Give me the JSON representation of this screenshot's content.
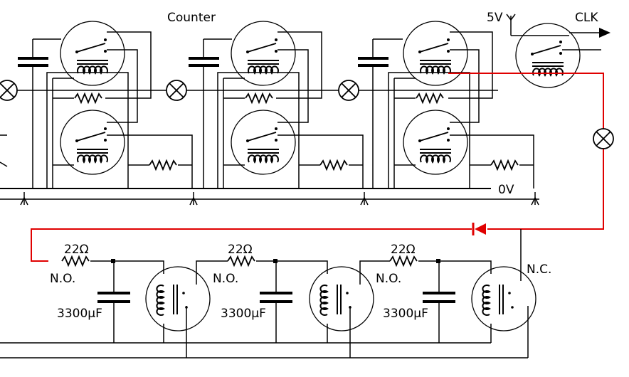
{
  "labels": {
    "title": "Counter",
    "supply": "5V",
    "clock": "CLK",
    "ground": "0V",
    "no_contact": "N.O.",
    "nc_contact": "N.C."
  },
  "delay_stages": [
    {
      "resistor": "22Ω",
      "capacitor": "3300μF",
      "contact": "N.O."
    },
    {
      "resistor": "22Ω",
      "capacitor": "3300μF",
      "contact": "N.O."
    },
    {
      "resistor": "22Ω",
      "capacitor": "3300μF",
      "contact": "N.C."
    }
  ],
  "colors": {
    "wire": "#000000",
    "highlight": "#e00000",
    "background": "#ffffff"
  }
}
